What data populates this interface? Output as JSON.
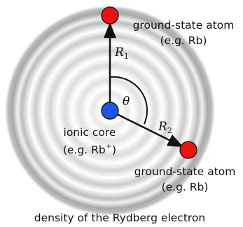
{
  "diagram": {
    "atom_top": {
      "line1": "ground-state atom",
      "line2": "(e.g. Rb)",
      "color": "#ee1111"
    },
    "atom_right": {
      "line1": "ground-state atom",
      "line2": "(e.g. Rb)",
      "color": "#ee1111"
    },
    "core": {
      "line1": "ionic core",
      "line2_prefix": "(e.g. Rb",
      "line2_sup": "+",
      "line2_suffix": ")",
      "color": "#1f55e6"
    },
    "r1_label": "R",
    "r1_sub": "1",
    "r2_label": "R",
    "r2_sub": "2",
    "theta_label": "θ",
    "caption": "density of the Rydberg electron",
    "density_color": "#a0a0a0"
  }
}
